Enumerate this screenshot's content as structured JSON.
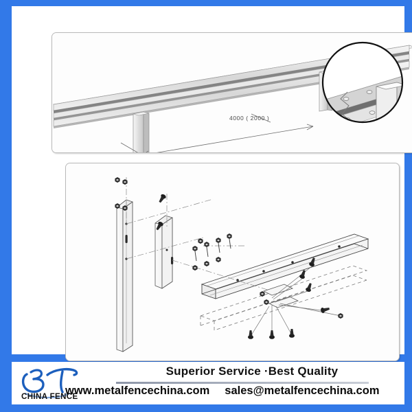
{
  "frame": {
    "border_color": "#3279e8",
    "page_background": "#ffffff"
  },
  "panels": {
    "top": {
      "name": "guardrail-overview-drawing",
      "dimension_label": "4000 ( 2000 )",
      "detail_callout": "circular-detail-magnifier",
      "description": "W-beam highway guardrail with support post, isometric view"
    },
    "bottom": {
      "name": "guardrail-exploded-assembly-drawing",
      "description": "Exploded assembly of post, bracket, W-beam rail, bolts and nuts"
    }
  },
  "banner": {
    "logo": {
      "monogram": "BT",
      "subtitle": "CHINA FENCE",
      "color": "#1c5fbd"
    },
    "slogan": "Superior Service ·Best Quality",
    "website": "www.metalfencechina.com",
    "email": "sales@metalfencechina.com"
  }
}
